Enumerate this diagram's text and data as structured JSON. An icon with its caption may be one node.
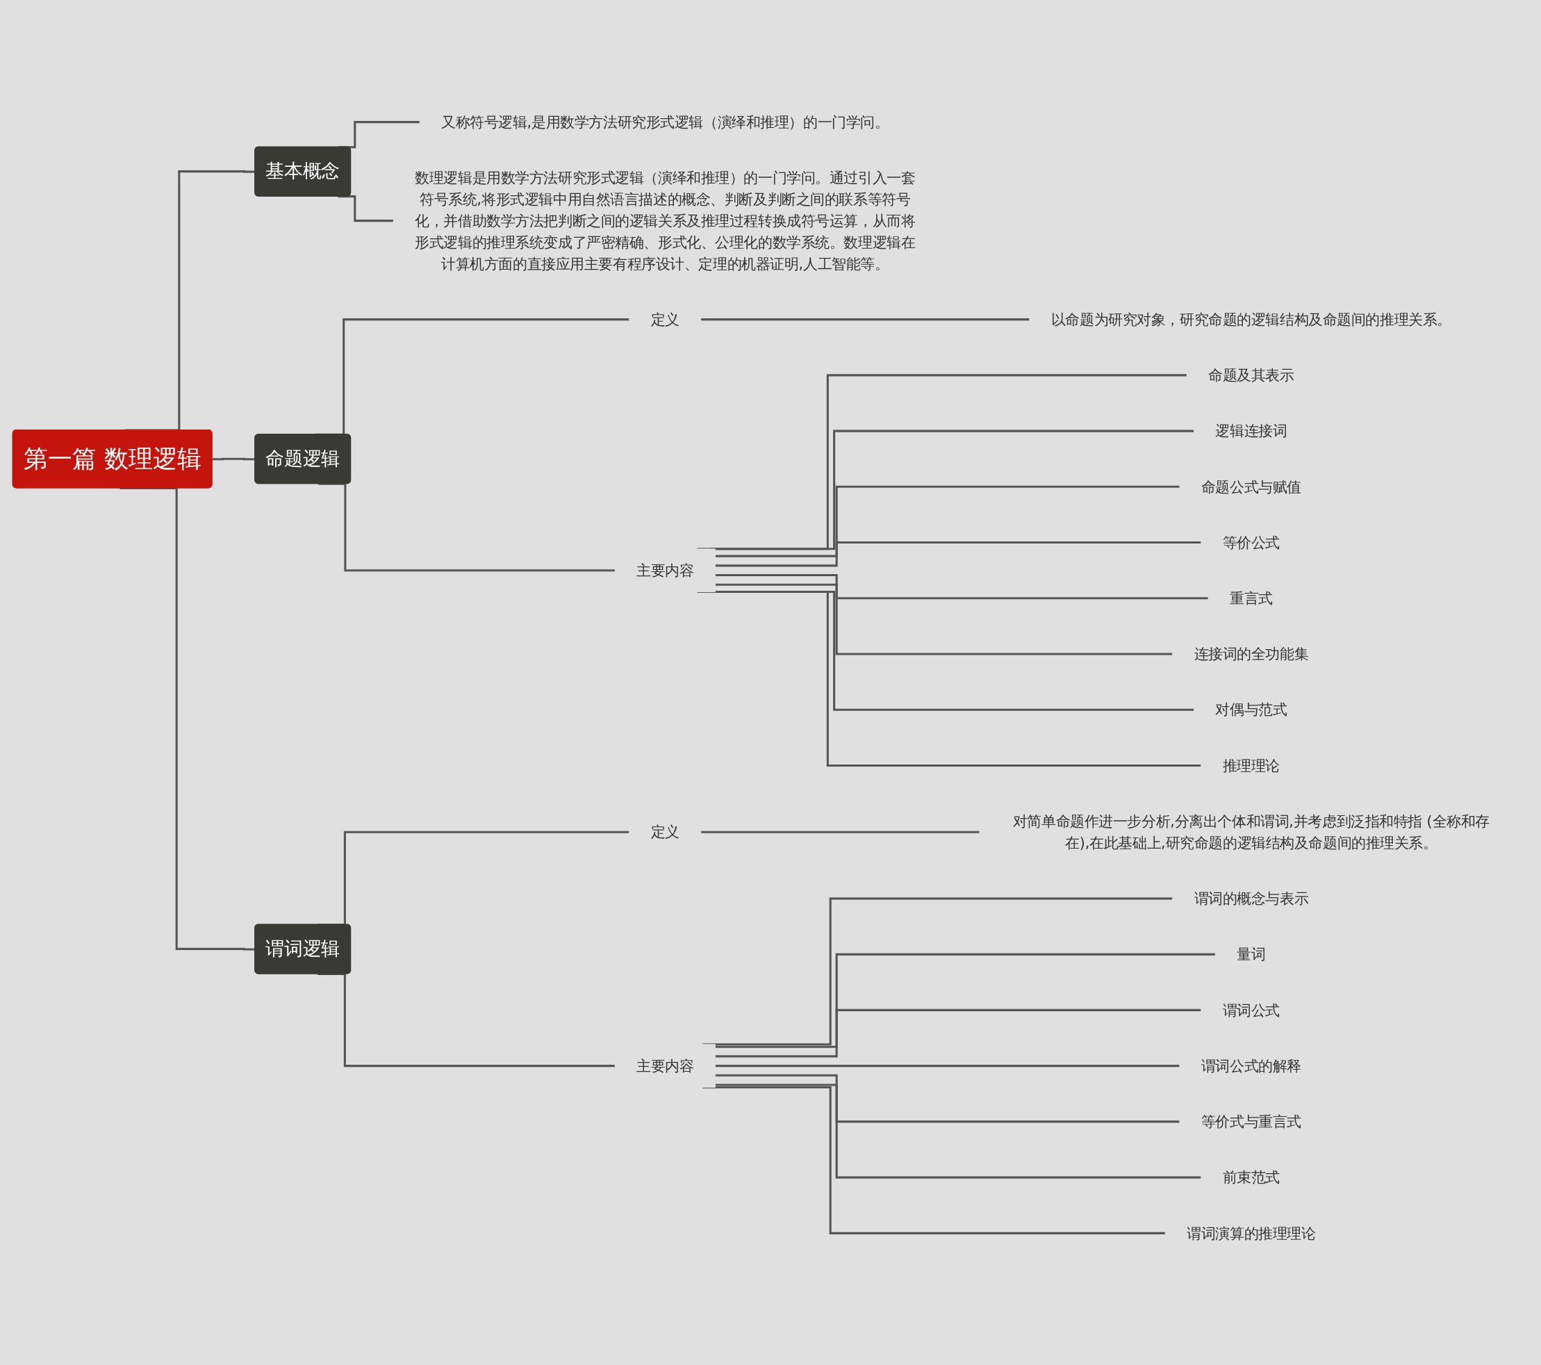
{
  "diagram": {
    "nodes": [
      {
        "text": [
          "第一篇 数理逻辑"
        ]
      },
      {
        "text": [
          "基本概念"
        ]
      },
      {
        "text": [
          "又称符号逻辑,是用数学方法研究形式逻辑（演绎和推理）的一门学问。"
        ]
      },
      {
        "text": [
          "数理逻辑是用数学方法研究形式逻辑（演绎和推理）的一门学问。通过引入一套符号系统,将形式逻辑中用自然语言描述的概念、判断及判断之间的联系等符号化，并借助数学方法把判断之间的逻辑关系及推理过程转换成符号运算，从而将形式逻辑的推理系统变成了严密精确、形式化、公理化的数学系统。数理逻辑在计算机方面的直接应用主要有程序设计、定理的机器证明,人工智能等。"
        ]
      },
      {
        "text": [
          "命题逻辑"
        ]
      },
      {
        "text": [
          "定义"
        ]
      },
      {
        "text": [
          "以命题为研究对象，研究命题的逻辑结构及命题间的推理关系。"
        ]
      },
      {
        "text": [
          "主要内容"
        ]
      },
      {
        "text": [
          "命题及其表示"
        ]
      },
      {
        "text": [
          "逻辑连接词"
        ]
      },
      {
        "text": [
          "命题公式与赋值"
        ]
      },
      {
        "text": [
          "等价公式"
        ]
      },
      {
        "text": [
          "重言式"
        ]
      },
      {
        "text": [
          "连接词的全功能集"
        ]
      },
      {
        "text": [
          "对偶与范式"
        ]
      },
      {
        "text": [
          "推理理论"
        ]
      },
      {
        "text": [
          "谓词逻辑"
        ]
      },
      {
        "text": [
          "定义"
        ]
      },
      {
        "text": [
          "对简单命题作进一步分析,分离出个体和谓词,并考虑到泛指和特指 (全称和存在),在此基础上,研究命题的逻辑结构及命题间的推理关系。"
        ]
      },
      {
        "text": [
          "主要内容"
        ]
      },
      {
        "text": [
          "谓词的概念与表示"
        ]
      },
      {
        "text": [
          "量词"
        ]
      },
      {
        "text": [
          "谓词公式"
        ]
      },
      {
        "text": [
          "谓词公式的解释"
        ]
      },
      {
        "text": [
          "等价式与重言式"
        ]
      },
      {
        "text": [
          "前束范式"
        ]
      },
      {
        "text": [
          "谓词演算的推理理论"
        ]
      }
    ],
    "edges": [
      {
        "from": 0,
        "to": 1,
        "arrow": "none"
      },
      {
        "from": 0,
        "to": 4,
        "arrow": "none"
      },
      {
        "from": 0,
        "to": 16,
        "arrow": "none"
      },
      {
        "from": 1,
        "to": 2,
        "arrow": "none"
      },
      {
        "from": 1,
        "to": 3,
        "arrow": "none"
      },
      {
        "from": 4,
        "to": 5,
        "arrow": "none"
      },
      {
        "from": 5,
        "to": 6,
        "arrow": "none"
      },
      {
        "from": 4,
        "to": 7,
        "arrow": "none"
      },
      {
        "from": 7,
        "to": 8,
        "arrow": "none"
      },
      {
        "from": 7,
        "to": 9,
        "arrow": "none"
      },
      {
        "from": 7,
        "to": 10,
        "arrow": "none"
      },
      {
        "from": 7,
        "to": 11,
        "arrow": "none"
      },
      {
        "from": 7,
        "to": 12,
        "arrow": "none"
      },
      {
        "from": 7,
        "to": 13,
        "arrow": "none"
      },
      {
        "from": 7,
        "to": 14,
        "arrow": "none"
      },
      {
        "from": 7,
        "to": 15,
        "arrow": "none"
      },
      {
        "from": 16,
        "to": 17,
        "arrow": "none"
      },
      {
        "from": 17,
        "to": 18,
        "arrow": "none"
      },
      {
        "from": 16,
        "to": 19,
        "arrow": "none"
      },
      {
        "from": 19,
        "to": 20,
        "arrow": "none"
      },
      {
        "from": 19,
        "to": 21,
        "arrow": "none"
      },
      {
        "from": 19,
        "to": 22,
        "arrow": "none"
      },
      {
        "from": 19,
        "to": 23,
        "arrow": "none"
      },
      {
        "from": 19,
        "to": 24,
        "arrow": "none"
      },
      {
        "from": 19,
        "to": 25,
        "arrow": "none"
      },
      {
        "from": 19,
        "to": 26,
        "arrow": "none"
      }
    ]
  }
}
